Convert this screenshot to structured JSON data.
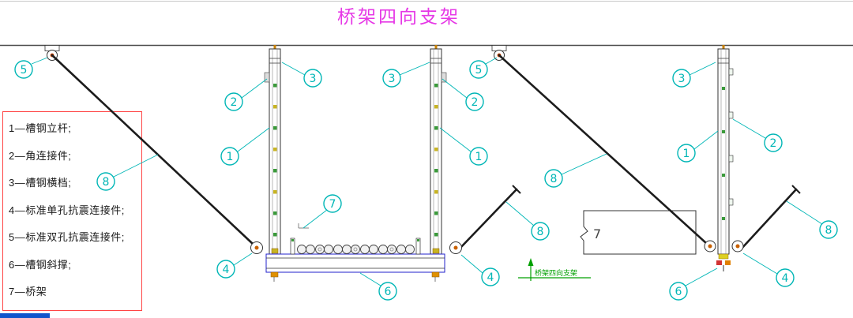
{
  "title": "桥架四向支架",
  "legend": {
    "items": [
      "1—槽钢立杆;",
      "2—角连接件;",
      "3—槽钢横档;",
      "4—标准单孔抗震连接件;",
      "5—标准双孔抗震连接件;",
      "6—槽钢斜撑;",
      "7—桥架"
    ]
  },
  "callouts": {
    "labels": [
      "5",
      "8",
      "2",
      "3",
      "3",
      "2",
      "5",
      "1",
      "1",
      "7",
      "4",
      "4",
      "6",
      "8",
      "8",
      "3",
      "1",
      "2",
      "8",
      "6",
      "4"
    ]
  },
  "right_view": {
    "tray_label": "7"
  },
  "axis_marker": {
    "label": "桥架四向支架"
  },
  "colors": {
    "title": "#e638e6",
    "callout": "#00b6b6",
    "legend_border": "#ff4444",
    "brace": "#1c1c1c",
    "tray_outline": "#2222cc",
    "axis_green": "#00a000",
    "fitting_orange": "#e09000"
  }
}
